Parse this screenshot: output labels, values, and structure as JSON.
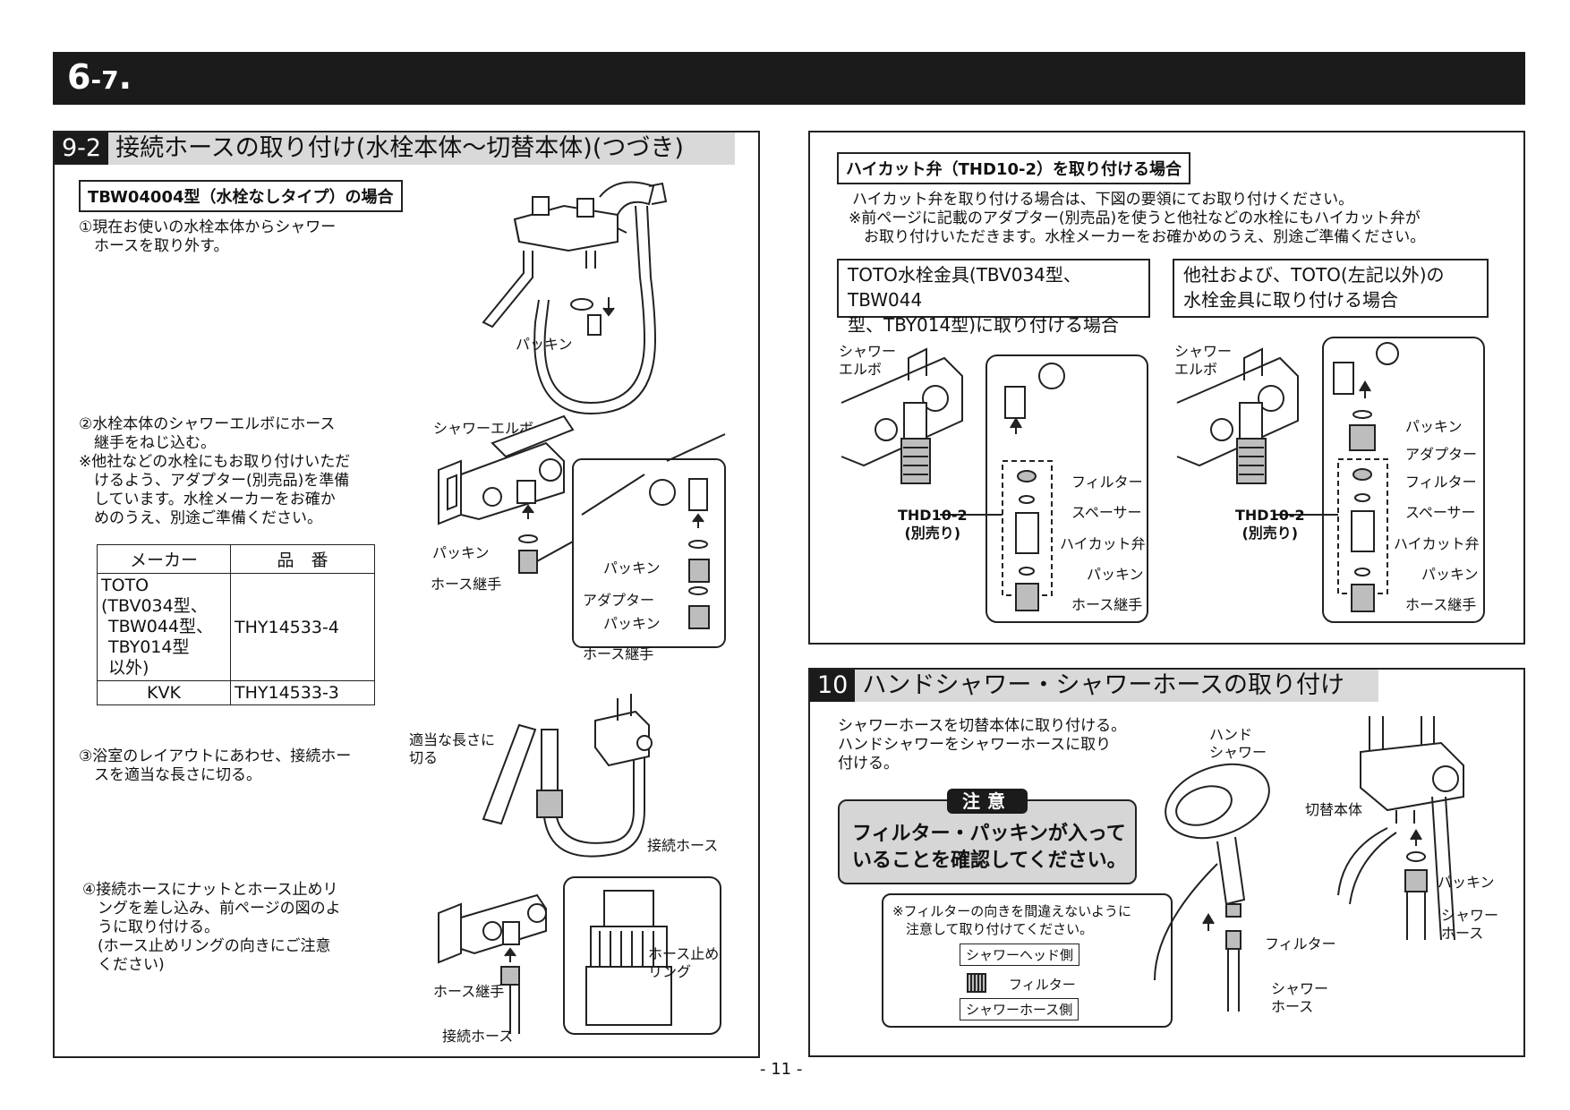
{
  "header": {
    "num_big": "6",
    "num_small": "-7",
    "dot": "."
  },
  "left": {
    "section_num": "9-2",
    "section_title": "接続ホースの取り付け(水栓本体〜切替本体)(つづき)",
    "type_label": "TBW04004型（水栓なしタイプ）の場合",
    "step1": [
      "①現在お使いの水栓本体からシャワー",
      "　ホースを取り外す。"
    ],
    "step2": [
      "②水栓本体のシャワーエルボにホース",
      "　継手をねじ込む。",
      "※他社などの水栓にもお取り付けいただ",
      "　けるよう、アダプター(別売品)を準備",
      "　しています。水栓メーカーをお確か",
      "　めのうえ、別途ご準備ください。"
    ],
    "table": {
      "headers": [
        "メーカー",
        "品　番"
      ],
      "rows": [
        {
          "maker": [
            "TOTO",
            "(TBV034型、",
            "TBW044型、",
            "TBY014型",
            "以外)"
          ],
          "part": "THY14533-4"
        },
        {
          "maker": [
            "KVK"
          ],
          "part": "THY14533-3"
        }
      ]
    },
    "step3": [
      "③浴室のレイアウトにあわせ、接続ホー",
      "　スを適当な長さに切る。"
    ],
    "step4": [
      "④接続ホースにナットとホース止めリ",
      "　ングを差し込み、前ページの図のよ",
      "　うに取り付ける。",
      "　(ホース止めリングの向きにご注意",
      "　ください)"
    ],
    "labels": {
      "packing": "パッキン",
      "shower_elbow": "シャワーエルボ",
      "packing2": "パッキン",
      "hose_joint": "ホース継手",
      "packing3": "パッキン",
      "adapter": "アダプター",
      "packing4": "パッキン",
      "hose_joint2": "ホース継手",
      "cut_label": [
        "適当な長さに",
        "切る"
      ],
      "connect_hose": "接続ホース",
      "stop_ring": [
        "ホース止め",
        "リング"
      ],
      "hose_joint3": "ホース継手",
      "connect_hose2": "接続ホース"
    }
  },
  "right_top": {
    "label": "ハイカット弁（THD10-2）を取り付ける場合",
    "desc": [
      "ハイカット弁を取り付ける場合は、下図の要領にてお取り付けください。",
      "※前ページに記載のアダプター(別売品)を使うと他社などの水栓にもハイカット弁が",
      "　お取り付けいただきます。水栓メーカーをお確かめのうえ、別途ご準備ください。"
    ],
    "box_a": [
      "TOTO水栓金具(TBV034型、TBW044",
      "型、TBY014型)に取り付ける場合"
    ],
    "box_b": [
      "他社および、TOTO(左記以外)の",
      "水栓金具に取り付ける場合"
    ],
    "a_labels": {
      "elbow": [
        "シャワー",
        "エルボ"
      ],
      "filter": "フィルター",
      "spacer": "スペーサー",
      "valve": "ハイカット弁",
      "packing": "パッキン",
      "joint": "ホース継手",
      "thd": [
        "THD10-2",
        "(別売り)"
      ]
    },
    "b_labels": {
      "elbow": [
        "シャワー",
        "エルボ"
      ],
      "packing1": "パッキン",
      "adapter": "アダプター",
      "filter": "フィルター",
      "spacer": "スペーサー",
      "valve": "ハイカット弁",
      "packing2": "パッキン",
      "joint": "ホース継手",
      "thd": [
        "THD10-2",
        "(別売り)"
      ]
    }
  },
  "right_bottom": {
    "section_num": "10",
    "section_title": "ハンドシャワー・シャワーホースの取り付け",
    "desc": [
      "シャワーホースを切替本体に取り付ける。",
      "ハンドシャワーをシャワーホースに取り",
      "付ける。"
    ],
    "caution_tag": "注意",
    "caution_msg": [
      "フィルター・パッキンが入って",
      "いることを確認してください。"
    ],
    "note": [
      "※フィルターの向きを間違えないように",
      "　注意して取り付けてください。"
    ],
    "note_head": "シャワーヘッド側",
    "note_filter": "フィルター",
    "note_hose": "シャワーホース側",
    "labels": {
      "hand_shower": [
        "ハンド",
        "シャワー"
      ],
      "switch_body": "切替本体",
      "packing": "パッキン",
      "shower_hose": [
        "シャワー",
        "ホース"
      ],
      "filter": "フィルター",
      "shower_hose2": [
        "シャワー",
        "ホース"
      ]
    }
  },
  "page_number": "- 11 -"
}
